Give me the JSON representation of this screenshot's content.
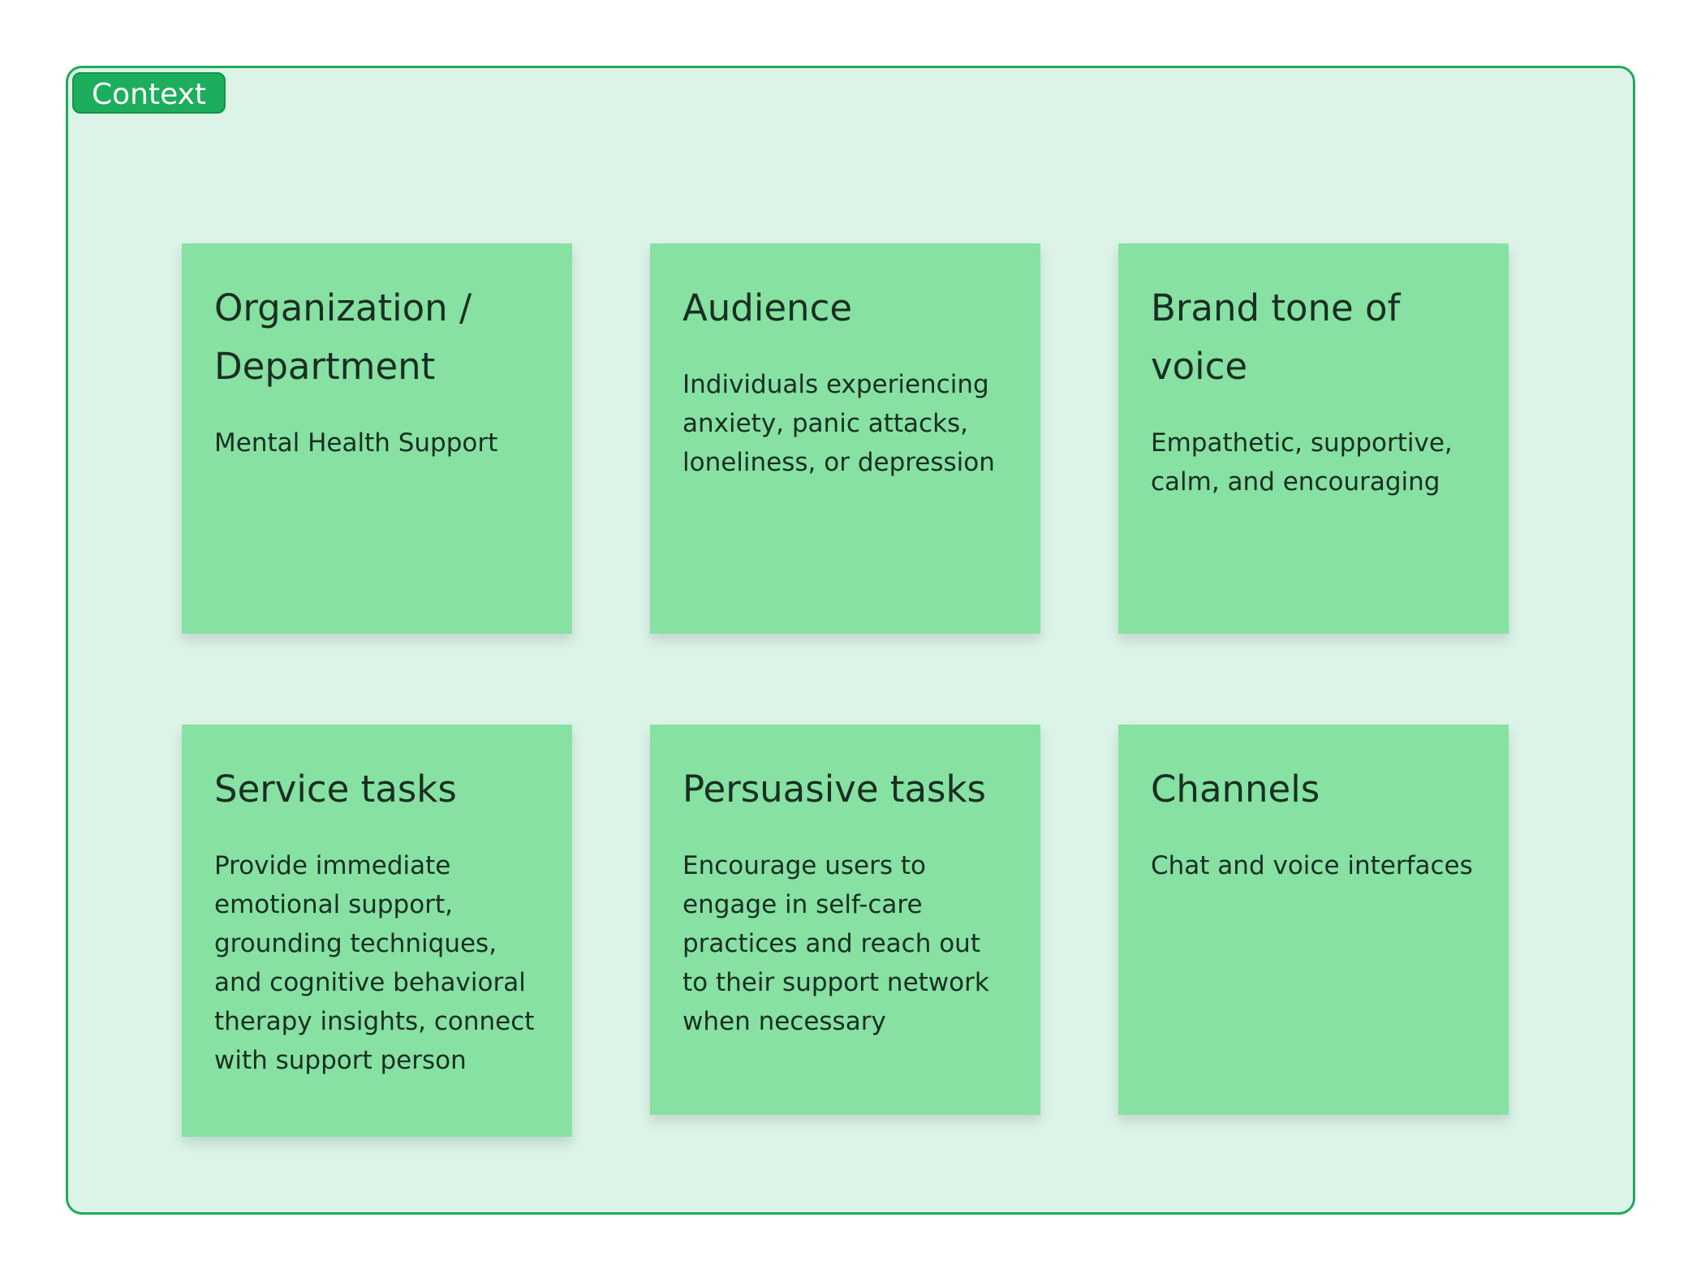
{
  "frame": {
    "label": "Context"
  },
  "notes": [
    {
      "title": "Organization / Department",
      "body": "Mental Health Support"
    },
    {
      "title": "Audience",
      "body": "Individuals experiencing anxiety, panic attacks, loneliness, or depression"
    },
    {
      "title": "Brand tone of voice",
      "body": "Empathetic, supportive, calm, and encouraging"
    },
    {
      "title": "Service tasks",
      "body": "Provide immediate emotional support, grounding techniques, and cognitive behavioral therapy insights, connect with support person"
    },
    {
      "title": "Persuasive tasks",
      "body": "Encourage users to engage in self-care practices and reach out to their support network when necessary"
    },
    {
      "title": "Channels",
      "body": "Chat and voice interfaces"
    }
  ],
  "colors": {
    "frame_border": "#1faa5a",
    "frame_fill": "#dcf4e7",
    "note_fill": "#86e1a3",
    "label_fill": "#1cae5c",
    "text": "#1a2e22"
  }
}
